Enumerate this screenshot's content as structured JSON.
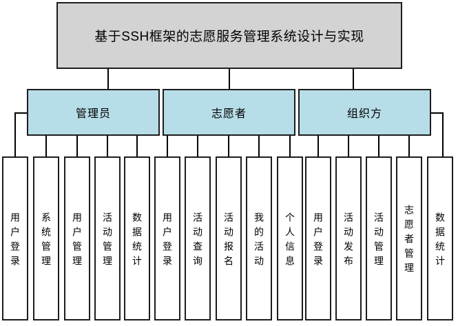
{
  "diagram": {
    "title": "基于SSH框架的志愿服务管理系统设计与实现",
    "groups": [
      {
        "label": "管理员",
        "children": [
          "用户登录",
          "系统管理",
          "用户管理",
          "活动管理",
          "数据统计"
        ]
      },
      {
        "label": "志愿者",
        "children": [
          "用户登录",
          "活动查询",
          "活动报名",
          "我的活动",
          "个人信息"
        ]
      },
      {
        "label": "组织方",
        "children": [
          "用户登录",
          "活动发布",
          "活动管理",
          "志愿者管理",
          "数据统计"
        ]
      }
    ],
    "colors": {
      "title_fill": "#d3d3d3",
      "group_fill": "#b7dde8",
      "leaf_fill": "#ffffff",
      "line": "#000000"
    }
  }
}
